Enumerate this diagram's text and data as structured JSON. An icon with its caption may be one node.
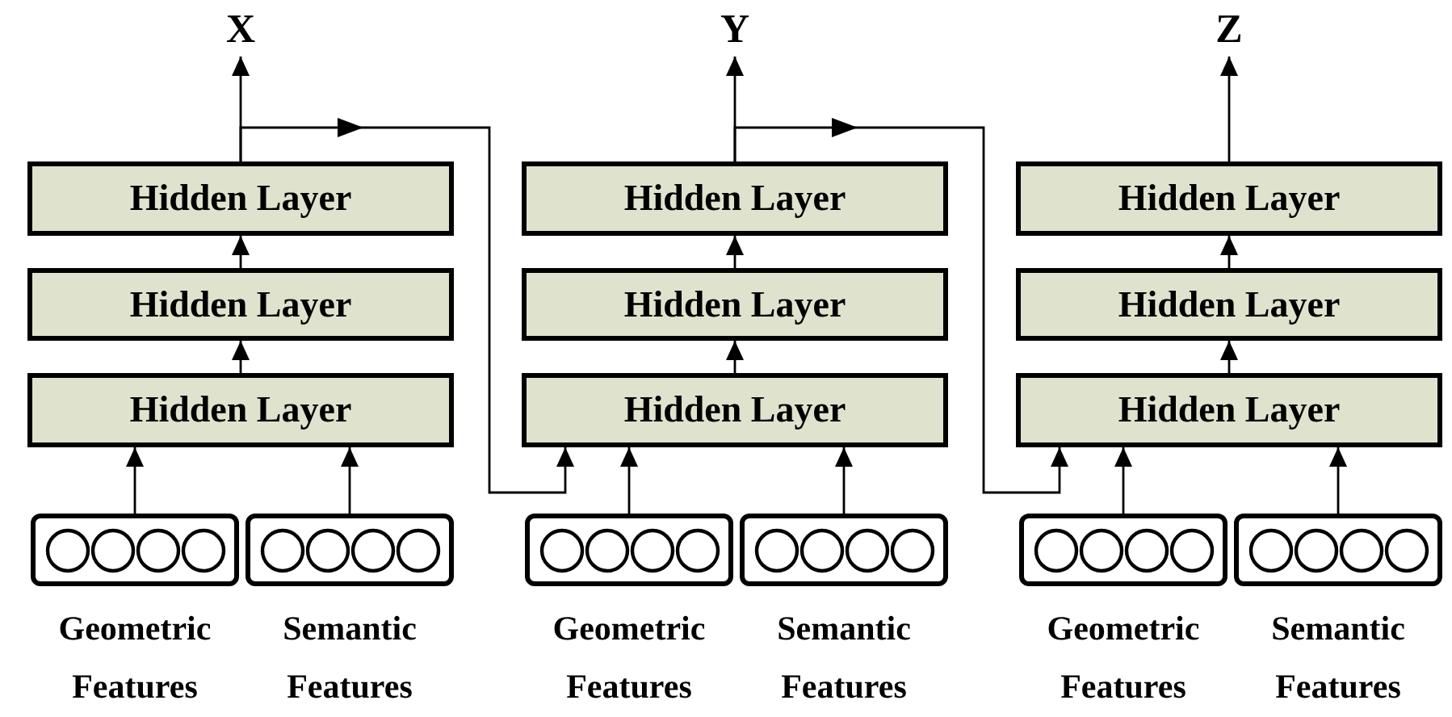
{
  "diagram": {
    "nodes": [
      {
        "text": [
          "X"
        ]
      },
      {
        "text": [
          "Hidden Layer"
        ]
      },
      {
        "text": [
          "Hidden Layer"
        ]
      },
      {
        "text": [
          "Hidden Layer"
        ]
      },
      {
        "text": [
          "Geometric Features"
        ]
      },
      {
        "text": [
          "Semantic Features"
        ]
      },
      {
        "text": [
          "Y"
        ]
      },
      {
        "text": [
          "Hidden Layer"
        ]
      },
      {
        "text": [
          "Hidden Layer"
        ]
      },
      {
        "text": [
          "Hidden Layer"
        ]
      },
      {
        "text": [
          "Geometric Features"
        ]
      },
      {
        "text": [
          "Semantic Features"
        ]
      },
      {
        "text": [
          "Z"
        ]
      },
      {
        "text": [
          "Hidden Layer"
        ]
      },
      {
        "text": [
          "Hidden Layer"
        ]
      },
      {
        "text": [
          "Hidden Layer"
        ]
      },
      {
        "text": [
          "Geometric Features"
        ]
      },
      {
        "text": [
          "Semantic Features"
        ]
      }
    ],
    "edges": [
      {
        "from": 4,
        "to": 3,
        "arrow": "to"
      },
      {
        "from": 5,
        "to": 3,
        "arrow": "to"
      },
      {
        "from": 3,
        "to": 2,
        "arrow": "to"
      },
      {
        "from": 2,
        "to": 1,
        "arrow": "to"
      },
      {
        "from": 1,
        "to": 0,
        "arrow": "to"
      },
      {
        "from": 1,
        "to": 9,
        "arrow": "to"
      },
      {
        "from": 10,
        "to": 9,
        "arrow": "to"
      },
      {
        "from": 11,
        "to": 9,
        "arrow": "to"
      },
      {
        "from": 9,
        "to": 8,
        "arrow": "to"
      },
      {
        "from": 8,
        "to": 7,
        "arrow": "to"
      },
      {
        "from": 7,
        "to": 6,
        "arrow": "to"
      },
      {
        "from": 7,
        "to": 15,
        "arrow": "to"
      },
      {
        "from": 16,
        "to": 15,
        "arrow": "to"
      },
      {
        "from": 17,
        "to": 15,
        "arrow": "to"
      },
      {
        "from": 15,
        "to": 14,
        "arrow": "to"
      },
      {
        "from": 14,
        "to": 13,
        "arrow": "to"
      },
      {
        "from": 13,
        "to": 12,
        "arrow": "to"
      }
    ]
  }
}
